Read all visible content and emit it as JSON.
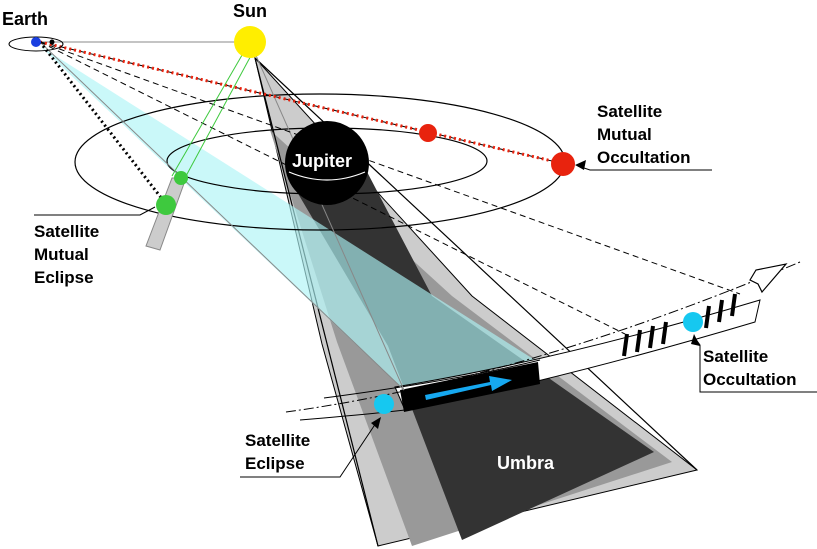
{
  "labels": {
    "earth": "Earth",
    "sun": "Sun",
    "jupiter": "Jupiter",
    "umbra": "Umbra",
    "mutual_occultation": [
      "Satellite",
      "Mutual",
      "Occultation"
    ],
    "mutual_eclipse": [
      "Satellite",
      "Mutual",
      "Eclipse"
    ],
    "occultation": [
      "Satellite",
      "Occultation"
    ],
    "eclipse": [
      "Satellite",
      "Eclipse"
    ]
  },
  "colors": {
    "sun": "#ffee00",
    "earth": "#1a3fe0",
    "jupiter": "#000000",
    "umbra": "#333333",
    "penumbra_dark": "#999999",
    "penumbra_light": "#cccccc",
    "earth_shadow": "#aef4f6",
    "satellite_cyan": "#16c8f0",
    "satellite_red": "#e8230e",
    "satellite_green": "#3ec93e",
    "occultation_line": "#e8230e",
    "arrow": "#16a8f0"
  }
}
